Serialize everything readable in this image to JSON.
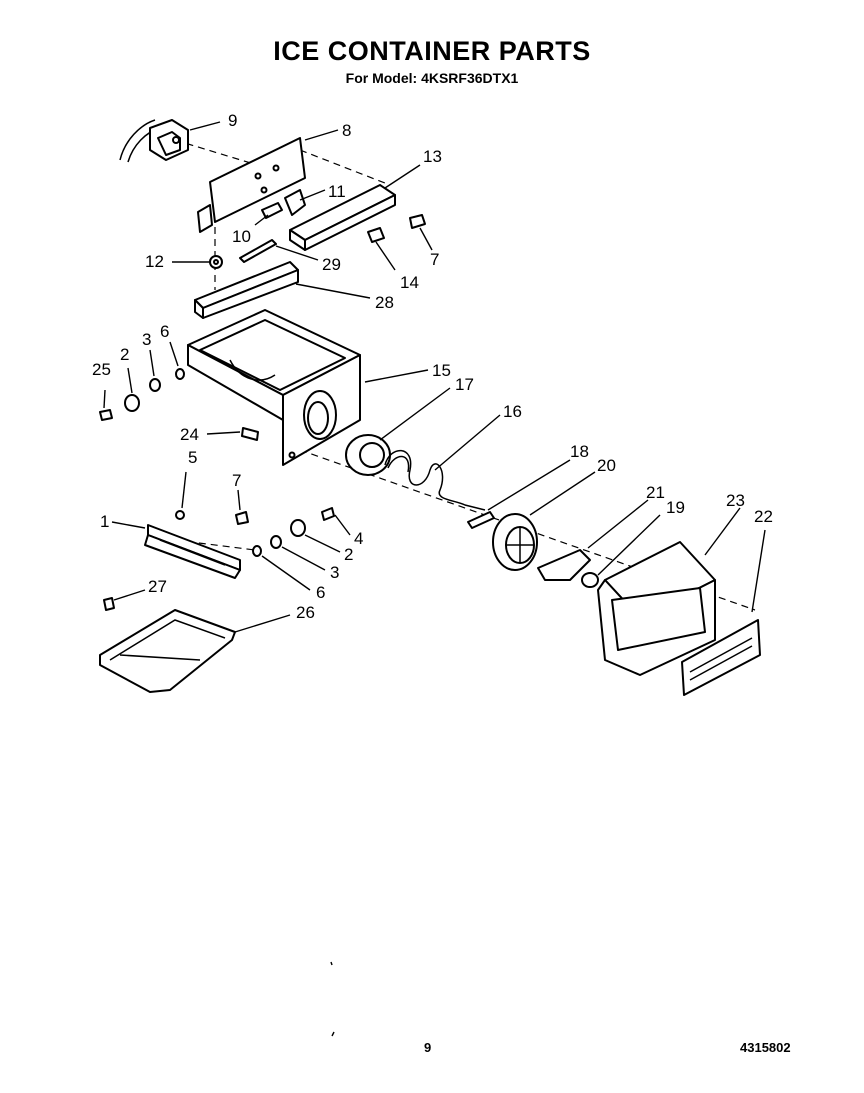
{
  "header": {
    "title": "ICE CONTAINER PARTS",
    "subtitle": "For Model: 4KSRF36DTX1"
  },
  "callouts": [
    {
      "id": "c9",
      "label": "9"
    },
    {
      "id": "c8",
      "label": "8"
    },
    {
      "id": "c13",
      "label": "13"
    },
    {
      "id": "c11",
      "label": "11"
    },
    {
      "id": "c10",
      "label": "10"
    },
    {
      "id": "c7a",
      "label": "7"
    },
    {
      "id": "c14",
      "label": "14"
    },
    {
      "id": "c12",
      "label": "12"
    },
    {
      "id": "c29",
      "label": "29"
    },
    {
      "id": "c28",
      "label": "28"
    },
    {
      "id": "c25",
      "label": "25"
    },
    {
      "id": "c2a",
      "label": "2"
    },
    {
      "id": "c3a",
      "label": "3"
    },
    {
      "id": "c6a",
      "label": "6"
    },
    {
      "id": "c15",
      "label": "15"
    },
    {
      "id": "c17",
      "label": "17"
    },
    {
      "id": "c16",
      "label": "16"
    },
    {
      "id": "c24",
      "label": "24"
    },
    {
      "id": "c5",
      "label": "5"
    },
    {
      "id": "c7b",
      "label": "7"
    },
    {
      "id": "c1",
      "label": "1"
    },
    {
      "id": "c4",
      "label": "4"
    },
    {
      "id": "c2b",
      "label": "2"
    },
    {
      "id": "c3b",
      "label": "3"
    },
    {
      "id": "c6b",
      "label": "6"
    },
    {
      "id": "c18",
      "label": "18"
    },
    {
      "id": "c20",
      "label": "20"
    },
    {
      "id": "c21",
      "label": "21"
    },
    {
      "id": "c19",
      "label": "19"
    },
    {
      "id": "c23",
      "label": "23"
    },
    {
      "id": "c22",
      "label": "22"
    },
    {
      "id": "c27",
      "label": "27"
    },
    {
      "id": "c26",
      "label": "26"
    }
  ],
  "footer": {
    "page_number": "9",
    "doc_code": "4315802"
  }
}
